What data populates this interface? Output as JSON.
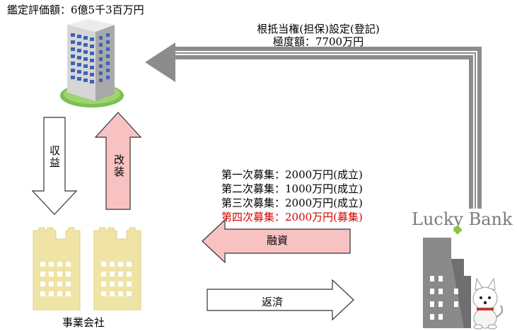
{
  "appraisal_label": "鑑定評価額：6億5千3百万円",
  "mortgage": {
    "line1": "根抵当権(担保)設定(登記)",
    "line2": "極度額：7700万円"
  },
  "income_label": "収益",
  "renovation_label": "改装",
  "company_label": "事業会社",
  "loan_label": "融資",
  "repayment_label": "返済",
  "rounds": [
    {
      "text": "第一次募集：2000万円(成立)",
      "highlight": false
    },
    {
      "text": "第二次募集：1000万円(成立)",
      "highlight": false
    },
    {
      "text": "第三次募集：2000万円(成立)",
      "highlight": false
    },
    {
      "text": "第四次募集：2000万円(募集)",
      "highlight": true
    }
  ],
  "brand": {
    "name_part1": "Lucky",
    "name_part2": "Bank"
  },
  "colors": {
    "pink_fill": "#f8c2c2",
    "red_text": "#d40000",
    "building_beige": "#efe4a6",
    "grey_arrow": "#8c8c8c",
    "bank_building": "#8a8a8a"
  }
}
